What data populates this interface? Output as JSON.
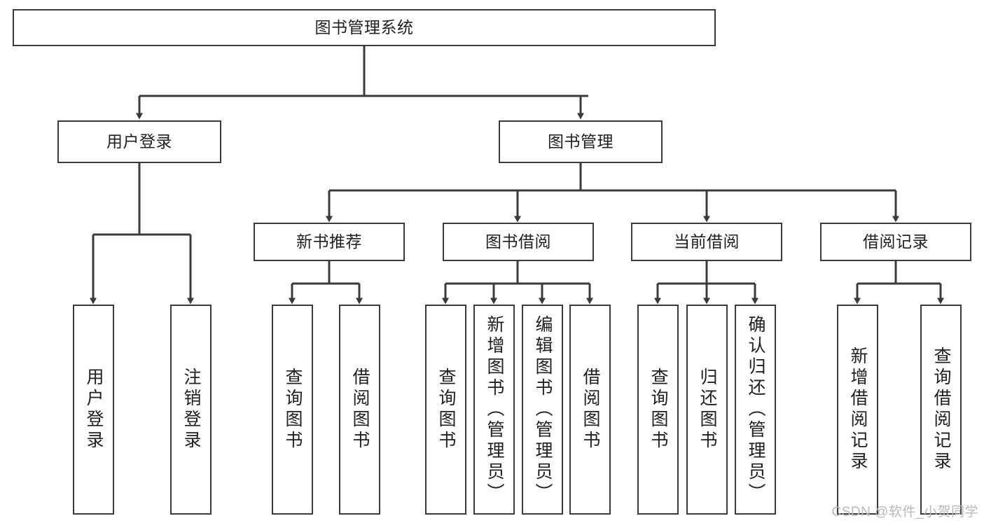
{
  "diagram": {
    "title": "图书管理系统",
    "type": "tree-hierarchy-chart",
    "watermark": "CSDN @软件_小贺同学",
    "colors": {
      "stroke": "#3a3a3a",
      "fill": "#ffffff",
      "text": "#1f1f1f",
      "watermark": "#b9b9b9"
    },
    "levels": [
      {
        "level": 1,
        "nodes": [
          {
            "id": "root",
            "label": "图书管理系统",
            "orientation": "horizontal"
          }
        ]
      },
      {
        "level": 2,
        "nodes": [
          {
            "id": "user-login",
            "label": "用户登录",
            "orientation": "horizontal",
            "parent": "root"
          },
          {
            "id": "book-mgmt",
            "label": "图书管理",
            "orientation": "horizontal",
            "parent": "root"
          }
        ]
      },
      {
        "level": 3,
        "nodes": [
          {
            "id": "new-book-rec",
            "label": "新书推荐",
            "orientation": "horizontal",
            "parent": "book-mgmt"
          },
          {
            "id": "book-borrow",
            "label": "图书借阅",
            "orientation": "horizontal",
            "parent": "book-mgmt"
          },
          {
            "id": "current-borrow",
            "label": "当前借阅",
            "orientation": "horizontal",
            "parent": "book-mgmt"
          },
          {
            "id": "borrow-record",
            "label": "借阅记录",
            "orientation": "horizontal",
            "parent": "book-mgmt"
          }
        ]
      },
      {
        "level": 4,
        "nodes": [
          {
            "id": "leaf-user-login",
            "label": "用户登录",
            "orientation": "vertical",
            "parent": "user-login"
          },
          {
            "id": "leaf-logout",
            "label": "注销登录",
            "orientation": "vertical",
            "parent": "user-login"
          },
          {
            "id": "leaf-query-book-1",
            "label": "查询图书",
            "orientation": "vertical",
            "parent": "new-book-rec"
          },
          {
            "id": "leaf-borrow-book-1",
            "label": "借阅图书",
            "orientation": "vertical",
            "parent": "new-book-rec"
          },
          {
            "id": "leaf-query-book-2",
            "label": "查询图书",
            "orientation": "vertical",
            "parent": "book-borrow"
          },
          {
            "id": "leaf-add-book",
            "label": "新增图书（管理员）",
            "orientation": "vertical",
            "parent": "book-borrow"
          },
          {
            "id": "leaf-edit-book",
            "label": "编辑图书（管理员）",
            "orientation": "vertical",
            "parent": "book-borrow"
          },
          {
            "id": "leaf-borrow-book-2",
            "label": "借阅图书",
            "orientation": "vertical",
            "parent": "book-borrow"
          },
          {
            "id": "leaf-query-book-3",
            "label": "查询图书",
            "orientation": "vertical",
            "parent": "current-borrow"
          },
          {
            "id": "leaf-return-book",
            "label": "归还图书",
            "orientation": "vertical",
            "parent": "current-borrow"
          },
          {
            "id": "leaf-confirm-return",
            "label": "确认归还（管理员）",
            "orientation": "vertical",
            "parent": "current-borrow"
          },
          {
            "id": "leaf-add-record",
            "label": "新增借阅记录",
            "orientation": "vertical",
            "parent": "borrow-record"
          },
          {
            "id": "leaf-query-record",
            "label": "查询借阅记录",
            "orientation": "vertical",
            "parent": "borrow-record"
          }
        ]
      }
    ]
  }
}
